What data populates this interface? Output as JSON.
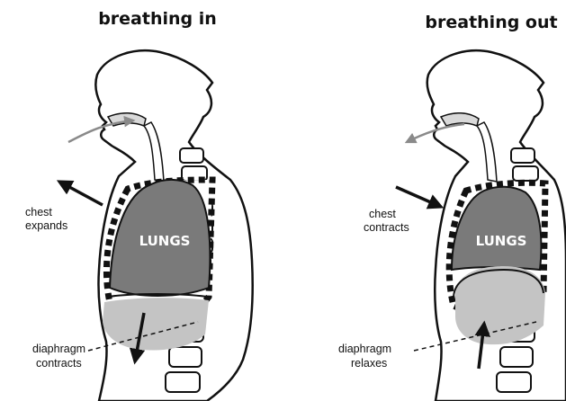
{
  "left_panel": {
    "title": "breathing in",
    "lungs_label": "LUNGS",
    "chest_label": [
      "chest",
      "expands"
    ],
    "diaphragm_label": [
      "diaphragm",
      "contracts"
    ]
  },
  "right_panel": {
    "title": "breathing out",
    "lungs_label": "LUNGS",
    "chest_label": [
      "chest",
      "contracts"
    ],
    "diaphragm_label": [
      "diaphragm",
      "relaxes"
    ]
  },
  "colors": {
    "lungs": "#7a7a7a",
    "diaphragm": "#c4c4c4",
    "outline": "#111111",
    "air_arrow": "#8a8a8a",
    "ribs": "#ffffff"
  }
}
